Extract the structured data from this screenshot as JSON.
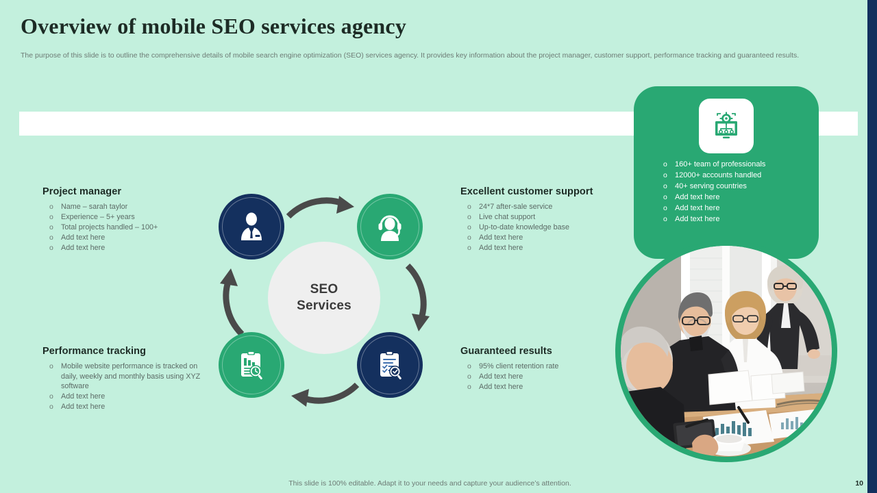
{
  "header": {
    "title": "Overview of mobile SEO services agency",
    "subtitle": "The purpose of this slide is to outline the comprehensive details of mobile search engine optimization (SEO) services agency. It provides key information about the project manager, customer support, performance tracking and guaranteed results."
  },
  "colors": {
    "background": "#c3f0dd",
    "navy": "#14305e",
    "green": "#29a873",
    "hub": "#efefef",
    "arrow": "#4a4a4a",
    "text_dark": "#1d2b25",
    "text_muted": "#5c6b66"
  },
  "diagram": {
    "hub_line1": "SEO",
    "hub_line2": "Services",
    "nodes": [
      {
        "id": "project-manager",
        "icon": "businessman-icon",
        "color": "navy"
      },
      {
        "id": "customer-support",
        "icon": "headset-agent-icon",
        "color": "green"
      },
      {
        "id": "guaranteed-results",
        "icon": "clipboard-check-search-icon",
        "color": "navy"
      },
      {
        "id": "performance-tracking",
        "icon": "report-chart-search-icon",
        "color": "green"
      }
    ]
  },
  "blocks": {
    "project_manager": {
      "heading": "Project manager",
      "marker": "o",
      "items": [
        "Name – sarah taylor",
        "Experience – 5+ years",
        "Total projects handled – 100+",
        "Add text here",
        "Add text here"
      ]
    },
    "customer_support": {
      "heading": "Excellent customer support",
      "marker": "o",
      "items": [
        "24*7 after-sale service",
        "Live chat support",
        "Up-to-date knowledge base",
        "Add text here",
        "Add text here"
      ]
    },
    "performance_tracking": {
      "heading": "Performance tracking",
      "marker": "o",
      "items": [
        "Mobile website performance is tracked on daily, weekly and monthly basis using XYZ software",
        "Add text here",
        "Add text here"
      ]
    },
    "guaranteed_results": {
      "heading": "Guaranteed results",
      "marker": "o",
      "items": [
        "95% client retention rate",
        "Add text here",
        "Add text here"
      ]
    }
  },
  "stat_card": {
    "icon": "seo-network-monitor-icon",
    "marker": "o",
    "items": [
      "160+ team of professionals",
      "12000+ accounts handled",
      "40+ serving countries",
      "Add text here",
      "Add text here",
      "Add text here"
    ]
  },
  "photo": {
    "alt": "business team meeting around conference table"
  },
  "footer": {
    "note": "This slide is 100% editable. Adapt it to your needs and capture your audience’s attention.",
    "page_number": "10"
  }
}
